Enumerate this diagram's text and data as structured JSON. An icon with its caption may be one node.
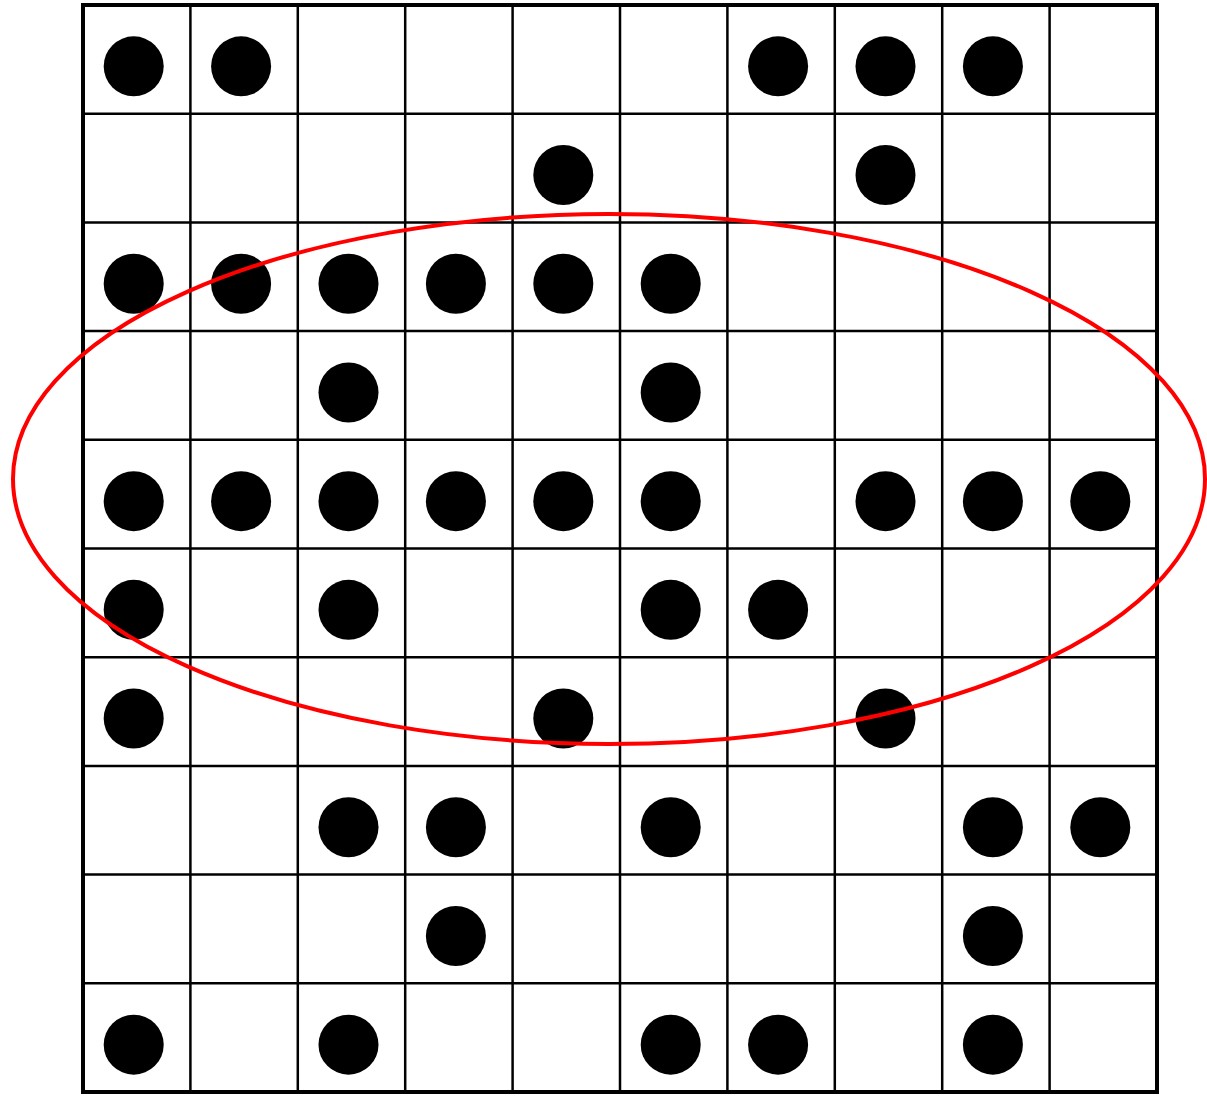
{
  "diagram": {
    "nodes": [
      {
        "text": [],
        "shape": "circle"
      },
      {
        "text": [],
        "shape": "circle"
      },
      {
        "text": [],
        "shape": "circle"
      },
      {
        "text": [],
        "shape": "circle"
      },
      {
        "text": [],
        "shape": "circle"
      },
      {
        "text": [],
        "shape": "circle"
      },
      {
        "text": [],
        "shape": "circle"
      },
      {
        "text": [],
        "shape": "circle"
      },
      {
        "text": [],
        "shape": "circle"
      },
      {
        "text": [],
        "shape": "circle"
      },
      {
        "text": [],
        "shape": "circle"
      },
      {
        "text": [],
        "shape": "circle"
      },
      {
        "text": [],
        "shape": "circle"
      },
      {
        "text": [],
        "shape": "circle"
      },
      {
        "text": [],
        "shape": "circle"
      },
      {
        "text": [],
        "shape": "circle"
      },
      {
        "text": [],
        "shape": "circle"
      },
      {
        "text": [],
        "shape": "circle"
      },
      {
        "text": [],
        "shape": "circle"
      },
      {
        "text": [],
        "shape": "circle"
      },
      {
        "text": [],
        "shape": "circle"
      },
      {
        "text": [],
        "shape": "circle"
      },
      {
        "text": [],
        "shape": "circle"
      },
      {
        "text": [],
        "shape": "circle"
      },
      {
        "text": [],
        "shape": "circle"
      },
      {
        "text": [],
        "shape": "circle"
      },
      {
        "text": [],
        "shape": "circle"
      },
      {
        "text": [],
        "shape": "circle"
      },
      {
        "text": [],
        "shape": "circle"
      },
      {
        "text": [],
        "shape": "circle"
      },
      {
        "text": [],
        "shape": "circle"
      },
      {
        "text": [],
        "shape": "circle"
      },
      {
        "text": [],
        "shape": "circle"
      },
      {
        "text": [],
        "shape": "circle"
      },
      {
        "text": [],
        "shape": "circle"
      },
      {
        "text": [],
        "shape": "circle"
      },
      {
        "text": [],
        "shape": "circle"
      },
      {
        "text": [],
        "shape": "circle"
      },
      {
        "text": [],
        "shape": "circle"
      },
      {
        "text": [],
        "shape": "circle"
      },
      {
        "text": [],
        "shape": "circle"
      },
      {
        "text": [],
        "shape": "circle"
      },
      {
        "text": [],
        "shape": "circle"
      }
    ]
  }
}
